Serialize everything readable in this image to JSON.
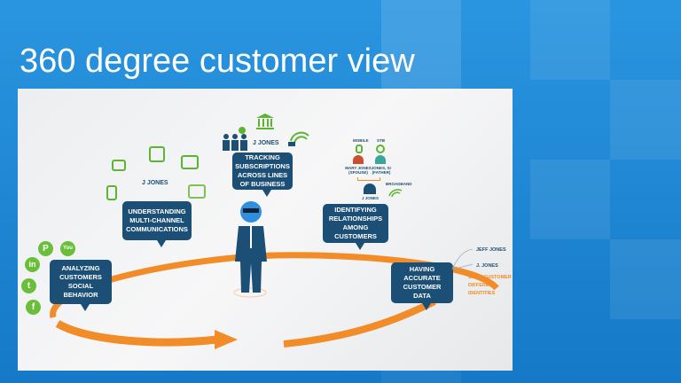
{
  "slide": {
    "title": "360 degree customer view"
  },
  "infographic": {
    "bubbles": {
      "social": "ANALYZING CUSTOMERS SOCIAL BEHAVIOR",
      "multichannel": "UNDERSTANDING MULTI-CHANNEL COMMUNICATIONS",
      "subscriptions": "TRACKING SUBSCRIPTIONS ACROSS LINES OF BUSINESS",
      "relationships": "IDENTIFYING RELATIONSHIPS AMONG CUSTOMERS",
      "accurate": "HAVING ACCURATE CUSTOMER DATA"
    },
    "labels": {
      "jjones_channels": "J JONES",
      "jjones_business": "J JONES",
      "mobile": "MOBILE",
      "stb": "STB",
      "spouse": "MARY JONES (SPOUSE)",
      "father": "JONES, Sr (FATHER)",
      "jjones_family": "J JONES",
      "broadband": "BROADBAND",
      "jeff": "JEFF JONES",
      "jjones_id": "J. JONES",
      "identities": "SAME CUSTOMER DIFFERENT IDENTITIES"
    },
    "social_icons": [
      "pinterest",
      "youtube",
      "linkedin",
      "twitter",
      "facebook"
    ],
    "colors": {
      "bubble": "#1c4f75",
      "ring": "#f28c28",
      "icons": "#5cb531",
      "background": "#1a87d6"
    }
  }
}
